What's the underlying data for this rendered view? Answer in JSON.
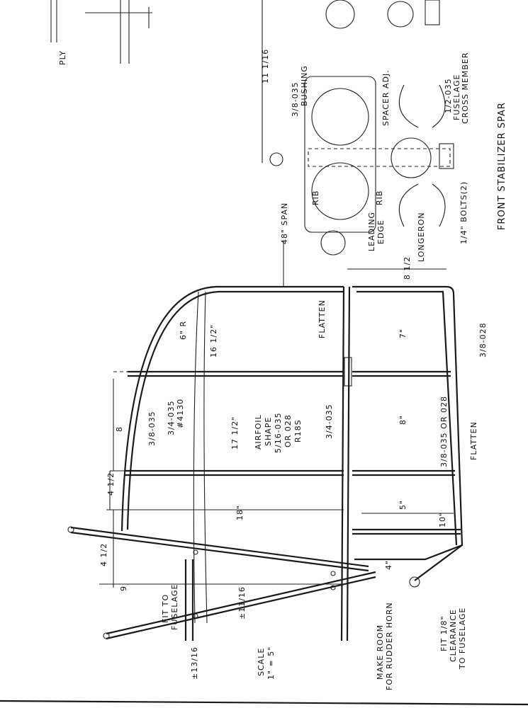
{
  "labels": {
    "ply": "PLY",
    "dim_11_16_top": "11 1/16",
    "bushing_size": "3/8-035",
    "bushing": "BUSHING",
    "spacer": "SPACER ADJ.",
    "cross_size": "1/2-035",
    "cross_1": "FUSELAGE",
    "cross_2": "CROSS MEMBER",
    "rib_1": "RIB",
    "rib_2": "RIB",
    "leading_1": "LEADING",
    "leading_2": "EDGE",
    "longeron": "LONGERON",
    "bolts": "1/4\" BOLTS(2)",
    "front_spar": "FRONT STABILIZER SPAR",
    "span": "48\" SPAN",
    "dim_8_5": "8 1/2",
    "flatten_1": "FLATTEN",
    "dim_7": "7\"",
    "tube_028": "3/8-028",
    "dim_16_5": "16 1/2\"",
    "radius": "6\" R",
    "tube_3_4_4130": "3/4-035",
    "alloy": "#4130",
    "tube_3_8_035": "3/8-035",
    "airfoil_1": "AIRFOIL",
    "airfoil_2": "SHAPE",
    "airfoil_3": "5/16-035",
    "airfoil_4": "OR 028",
    "airfoil_5": "R18S",
    "tube_3_4_035": "3/4-035",
    "dim_8": "8",
    "dim_17_5": "17 1/2\"",
    "tube_035_028": "3/8-035 OR 028",
    "flatten_2": "FLATTEN",
    "dim_8in": "8\"",
    "dim_4_5a": "4 1/2",
    "dim_18": "18\"",
    "dim_5": "5\"",
    "dim_10": "10\"",
    "dim_4_5b": "4 1/2",
    "dim_9": "9",
    "fit_1": "FIT TO",
    "fit_2": "FUSELAGE",
    "dim_pm_11_16": "±11/16",
    "dim_4": "4\"",
    "clear_1": "FIT 1/8\"",
    "clear_2": "CLEARANCE",
    "clear_3": "TO FUSELAGE",
    "rudder_1": "MAKE ROOM",
    "rudder_2": "FOR RUDDER HORN",
    "scale_1": "SCALE",
    "scale_2": "1\" = 5\"",
    "dim_13_16": "±13/16"
  }
}
